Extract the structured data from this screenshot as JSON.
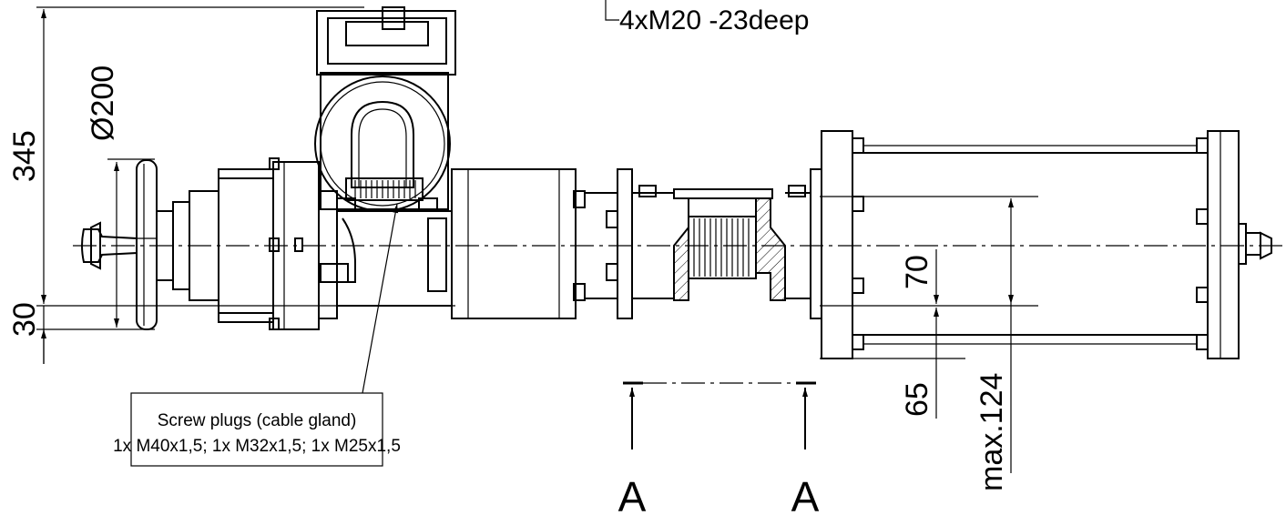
{
  "thread_note": "4xM20 -23deep",
  "dimensions": {
    "height_total": "345",
    "diameter_handwheel": "Ø200",
    "offset_bottom": "30",
    "flange_70": "70",
    "flange_65": "65",
    "max_124": "max.124"
  },
  "callout": {
    "line1": "Screw plugs (cable gland)",
    "line2": "1x M40x1,5; 1x M32x1,5; 1x M25x1,5"
  },
  "section_marks": {
    "left": "A",
    "right": "A"
  }
}
